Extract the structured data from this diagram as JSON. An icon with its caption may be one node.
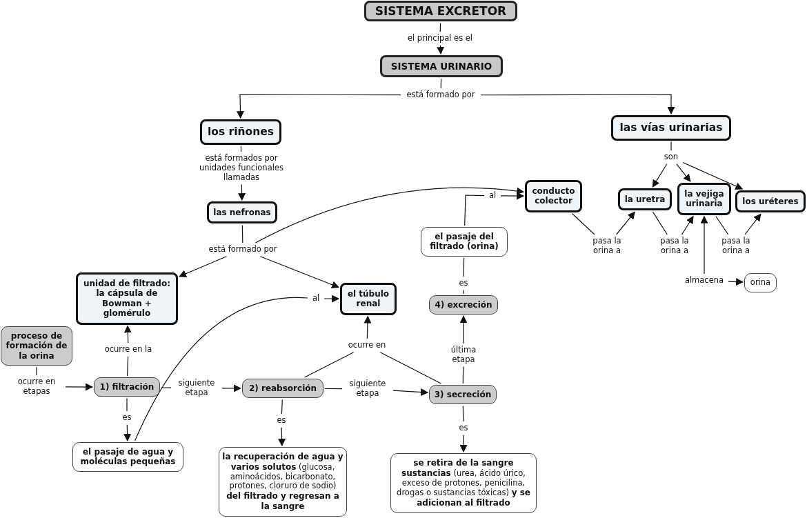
{
  "diagram": {
    "nodes": [
      {
        "text": [
          "SISTEMA EXCRETOR"
        ]
      },
      {
        "text": [
          "el principal es el"
        ]
      },
      {
        "text": [
          "SISTEMA URINARIO"
        ]
      },
      {
        "text": [
          "está formado por"
        ]
      },
      {
        "text": [
          "los riñones"
        ]
      },
      {
        "text": [
          "las vías urinarias"
        ]
      },
      {
        "text": [
          "está formados por unidades funcionales llamadas"
        ]
      },
      {
        "text": [
          "las nefronas"
        ]
      },
      {
        "text": [
          "son"
        ]
      },
      {
        "text": [
          "la uretra"
        ]
      },
      {
        "text": [
          "la vejiga urinaria"
        ]
      },
      {
        "text": [
          "los uréteres"
        ]
      },
      {
        "text": [
          "está formado por"
        ]
      },
      {
        "text": [
          "unidad de filtrado: la cápsula de Bowman + glomérulo"
        ]
      },
      {
        "text": [
          "el túbulo renal"
        ]
      },
      {
        "text": [
          "conducto colector"
        ]
      },
      {
        "text": [
          "al"
        ]
      },
      {
        "text": [
          "el pasaje del filtrado (orina)"
        ]
      },
      {
        "text": [
          "pasa la orina a"
        ]
      },
      {
        "text": [
          "pasa la orina a"
        ]
      },
      {
        "text": [
          "pasa la orina a"
        ]
      },
      {
        "text": [
          "almacena"
        ]
      },
      {
        "text": [
          "orina"
        ]
      },
      {
        "text": [
          "es"
        ]
      },
      {
        "text": [
          "4) excreción"
        ]
      },
      {
        "text": [
          "al"
        ]
      },
      {
        "text": [
          "ocurre en"
        ]
      },
      {
        "text": [
          "proceso de formación de la orina"
        ]
      },
      {
        "text": [
          "ocurre en etapas"
        ]
      },
      {
        "text": [
          "1) filtración"
        ]
      },
      {
        "text": [
          "ocurre en la"
        ]
      },
      {
        "text": [
          "siguiente etapa"
        ]
      },
      {
        "text": [
          "2) reabsorción"
        ]
      },
      {
        "text": [
          "siguiente etapa"
        ]
      },
      {
        "text": [
          "3) secreción"
        ]
      },
      {
        "text": [
          "es"
        ]
      },
      {
        "text": [
          "el pasaje de agua y moléculas pequeñas"
        ]
      },
      {
        "text": [
          "es"
        ]
      },
      {
        "text": [
          "**la recuperación de agua y varios solutos** (glucosa, aminoácidos, bicarbonato, protones, cloruro de sodio) **del filtrado y regresan a la sangre**"
        ]
      },
      {
        "text": [
          "última etapa"
        ]
      },
      {
        "text": [
          "es"
        ]
      },
      {
        "text": [
          "**se retira de la sangre sustancias** (urea, ácido úrico, exceso de protones, penicilina, drogas o sustancias tóxicas) **y se adicionan al filtrado**"
        ]
      }
    ],
    "edges": [
      {
        "from": 0,
        "to": 1,
        "arrow": "none"
      },
      {
        "from": 1,
        "to": 2,
        "arrow": "to"
      },
      {
        "from": 2,
        "to": 3,
        "arrow": "none"
      },
      {
        "from": 3,
        "to": 4,
        "arrow": "to"
      },
      {
        "from": 3,
        "to": 5,
        "arrow": "to"
      },
      {
        "from": 4,
        "to": 6,
        "arrow": "none"
      },
      {
        "from": 6,
        "to": 7,
        "arrow": "to"
      },
      {
        "from": 5,
        "to": 8,
        "arrow": "none"
      },
      {
        "from": 8,
        "to": 9,
        "arrow": "to"
      },
      {
        "from": 8,
        "to": 10,
        "arrow": "to"
      },
      {
        "from": 8,
        "to": 11,
        "arrow": "to"
      },
      {
        "from": 7,
        "to": 12,
        "arrow": "none"
      },
      {
        "from": 12,
        "to": 13,
        "arrow": "to"
      },
      {
        "from": 12,
        "to": 14,
        "arrow": "to"
      },
      {
        "from": 12,
        "to": 15,
        "arrow": "to"
      },
      {
        "from": 15,
        "to": 18,
        "arrow": "none"
      },
      {
        "from": 18,
        "to": 9,
        "arrow": "to"
      },
      {
        "from": 9,
        "to": 19,
        "arrow": "none"
      },
      {
        "from": 19,
        "to": 10,
        "arrow": "to"
      },
      {
        "from": 10,
        "to": 20,
        "arrow": "none"
      },
      {
        "from": 20,
        "to": 11,
        "arrow": "to"
      },
      {
        "from": 21,
        "to": 10,
        "arrow": "to"
      },
      {
        "from": 21,
        "to": 22,
        "arrow": "to"
      },
      {
        "from": 24,
        "to": 23,
        "arrow": "none"
      },
      {
        "from": 23,
        "to": 17,
        "arrow": "none"
      },
      {
        "from": 17,
        "to": 16,
        "arrow": "none"
      },
      {
        "from": 16,
        "to": 15,
        "arrow": "to"
      },
      {
        "from": 36,
        "to": 25,
        "arrow": "none"
      },
      {
        "from": 25,
        "to": 14,
        "arrow": "to"
      },
      {
        "from": 27,
        "to": 28,
        "arrow": "none"
      },
      {
        "from": 28,
        "to": 29,
        "arrow": "to"
      },
      {
        "from": 29,
        "to": 30,
        "arrow": "none"
      },
      {
        "from": 30,
        "to": 13,
        "arrow": "to"
      },
      {
        "from": 29,
        "to": 31,
        "arrow": "none"
      },
      {
        "from": 31,
        "to": 32,
        "arrow": "to"
      },
      {
        "from": 32,
        "to": 33,
        "arrow": "none"
      },
      {
        "from": 33,
        "to": 34,
        "arrow": "to"
      },
      {
        "from": 32,
        "to": 26,
        "arrow": "none"
      },
      {
        "from": 34,
        "to": 26,
        "arrow": "none"
      },
      {
        "from": 26,
        "to": 14,
        "arrow": "to"
      },
      {
        "from": 29,
        "to": 35,
        "arrow": "none"
      },
      {
        "from": 35,
        "to": 36,
        "arrow": "to"
      },
      {
        "from": 32,
        "to": 37,
        "arrow": "none"
      },
      {
        "from": 37,
        "to": 38,
        "arrow": "to"
      },
      {
        "from": 34,
        "to": 39,
        "arrow": "none"
      },
      {
        "from": 39,
        "to": 24,
        "arrow": "to"
      },
      {
        "from": 34,
        "to": 40,
        "arrow": "none"
      },
      {
        "from": 40,
        "to": 41,
        "arrow": "to"
      }
    ]
  }
}
